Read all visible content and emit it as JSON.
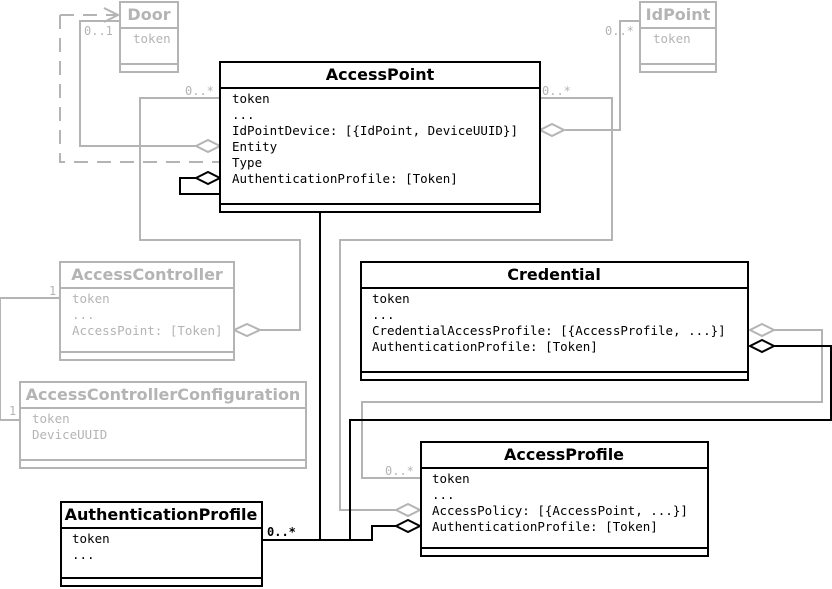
{
  "classes": {
    "door": {
      "name": "Door",
      "attributes": [
        "token"
      ]
    },
    "idpoint": {
      "name": "IdPoint",
      "attributes": [
        "token"
      ]
    },
    "accesspoint": {
      "name": "AccessPoint",
      "attributes": [
        "token",
        "...",
        "IdPointDevice: [{IdPoint, DeviceUUID}]",
        "Entity",
        "Type",
        "AuthenticationProfile: [Token]"
      ]
    },
    "accesscontroller": {
      "name": "AccessController",
      "attributes": [
        "token",
        "...",
        "AccessPoint: [Token]"
      ]
    },
    "accesscontrollerconfiguration": {
      "name": "AccessControllerConfiguration",
      "attributes": [
        "token",
        "DeviceUUID"
      ]
    },
    "credential": {
      "name": "Credential",
      "attributes": [
        "token",
        "...",
        "CredentialAccessProfile: [{AccessProfile, ...}]",
        "AuthenticationProfile: [Token]"
      ]
    },
    "accessprofile": {
      "name": "AccessProfile",
      "attributes": [
        "token",
        "...",
        "AccessPolicy: [{AccessPoint, ...}]",
        "AuthenticationProfile: [Token]"
      ]
    },
    "authenticationprofile": {
      "name": "AuthenticationProfile",
      "attributes": [
        "token",
        "..."
      ]
    }
  },
  "multiplicities": {
    "door_accesspoint": "0..1",
    "idpoint_accesspoint": "0..*",
    "accesspoint_controller": "0..*",
    "accesspoint_profile": "0..*",
    "controller_config_a": "1",
    "controller_config_b": "1",
    "accessprofile_credential": "0..*",
    "authprofile_assoc": "0..*"
  },
  "colors": {
    "primary": "#000000",
    "faded": "#b4b4b4",
    "background": "#ffffff"
  }
}
